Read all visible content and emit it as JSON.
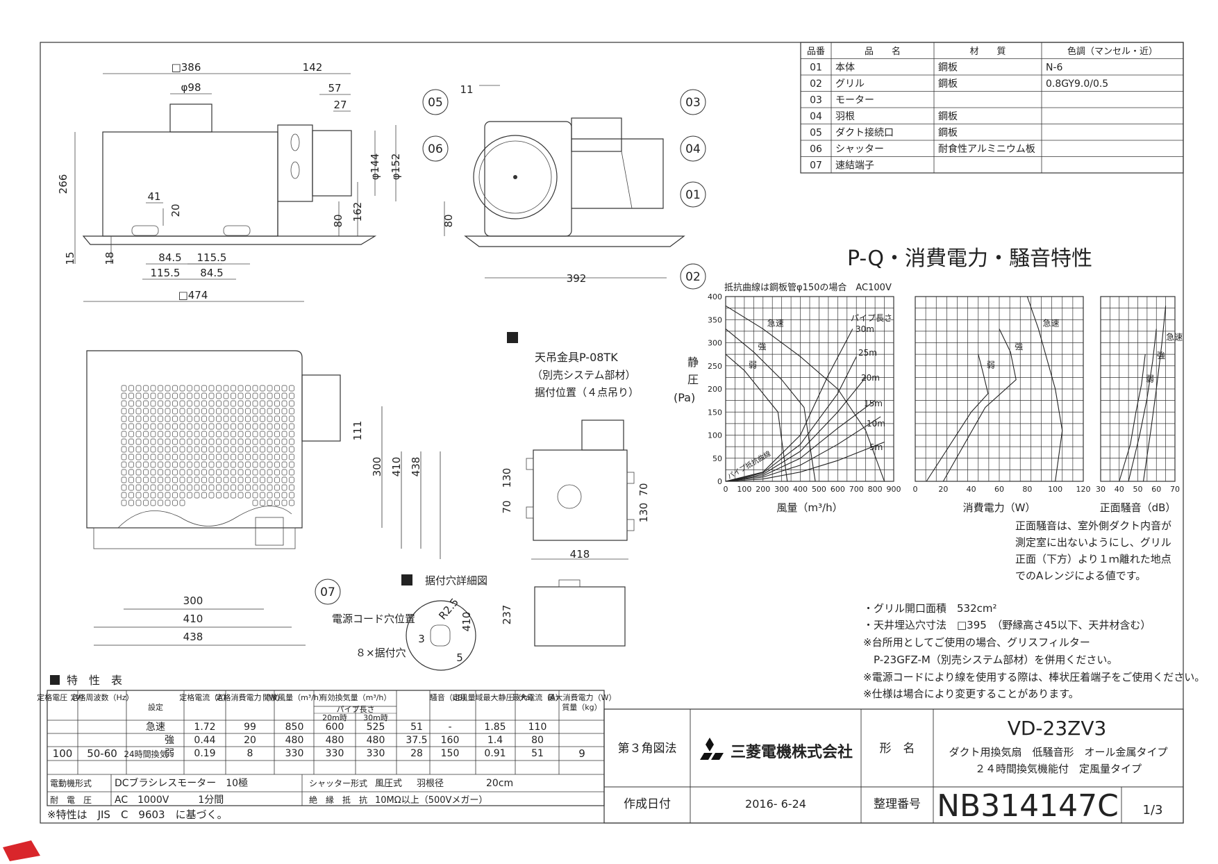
{
  "parts_table": {
    "headers": [
      "品番",
      "品　　名",
      "材　　質",
      "色調（マンセル・近）"
    ],
    "rows": [
      [
        "01",
        "本体",
        "鋼板",
        "N-6"
      ],
      [
        "02",
        "グリル",
        "鋼板",
        "0.8GY9.0/0.5"
      ],
      [
        "03",
        "モーター",
        "",
        ""
      ],
      [
        "04",
        "羽根",
        "鋼板",
        ""
      ],
      [
        "05",
        "ダクト接続口",
        "鋼板",
        ""
      ],
      [
        "06",
        "シャッター",
        "耐食性アルミニウム板",
        ""
      ],
      [
        "07",
        "速結端子",
        "",
        ""
      ]
    ]
  },
  "dimensions": {
    "top_view": [
      "□386",
      "142",
      "φ98",
      "57",
      "27",
      "266",
      "φ144",
      "φ152",
      "41",
      "20",
      "80",
      "162",
      "15",
      "18",
      "84.5",
      "115.5",
      "115.5",
      "84.5",
      "□474"
    ],
    "side_view": [
      "11",
      "80",
      "392"
    ],
    "bottom_view": [
      "111",
      "300",
      "410",
      "438",
      "300",
      "410",
      "438"
    ],
    "hanger_view": [
      "130",
      "70",
      "70",
      "130",
      "418",
      "237"
    ],
    "hole_detail": [
      "R2.5",
      "410",
      "3",
      "5"
    ]
  },
  "part_callouts": [
    "05",
    "06",
    "03",
    "04",
    "01",
    "02",
    "07"
  ],
  "labels": {
    "hanger_title": "天吊金具P-08TK",
    "hanger_sub": "（別売システム部材）",
    "hanger_pos": "据付位置（４点吊り）",
    "hole_title": "据付穴詳細図",
    "cord_hole": "電源コード穴位置",
    "mount_holes": "８×据付穴",
    "spec_title": "特　性　表"
  },
  "chart_data": [
    {
      "type": "line",
      "title": "P-Q・消費電力・騒音特性",
      "subtitle": "抵抗曲線は鋼板管φ150の場合　AC100V",
      "xlabel": "風量（m³/h）",
      "ylabel": "静圧（Pa）",
      "xlim": [
        0,
        900
      ],
      "ylim": [
        0,
        400
      ],
      "x_ticks": [
        0,
        100,
        200,
        300,
        400,
        500,
        600,
        700,
        800,
        900
      ],
      "y_ticks": [
        0,
        50,
        100,
        150,
        200,
        250,
        300,
        350,
        400
      ],
      "series": [
        {
          "name": "急速",
          "x": [
            0,
            200,
            400,
            600,
            750,
            850
          ],
          "y": [
            380,
            330,
            270,
            200,
            110,
            0
          ]
        },
        {
          "name": "強",
          "x": [
            0,
            150,
            300,
            420,
            480
          ],
          "y": [
            330,
            280,
            220,
            160,
            0
          ]
        },
        {
          "name": "弱",
          "x": [
            0,
            100,
            200,
            280,
            330
          ],
          "y": [
            275,
            240,
            190,
            150,
            0
          ]
        },
        {
          "name": "30m",
          "x": [
            0,
            200,
            400,
            550,
            680
          ],
          "y": [
            0,
            20,
            100,
            230,
            330
          ]
        },
        {
          "name": "25m",
          "x": [
            0,
            200,
            400,
            600,
            700
          ],
          "y": [
            0,
            18,
            80,
            190,
            270
          ]
        },
        {
          "name": "20m",
          "x": [
            0,
            200,
            400,
            600,
            750
          ],
          "y": [
            0,
            15,
            65,
            150,
            225
          ]
        },
        {
          "name": "15m",
          "x": [
            0,
            200,
            400,
            600,
            800
          ],
          "y": [
            0,
            12,
            50,
            115,
            175
          ]
        },
        {
          "name": "10m",
          "x": [
            0,
            200,
            400,
            600,
            830
          ],
          "y": [
            0,
            9,
            35,
            80,
            140
          ]
        },
        {
          "name": "5m",
          "x": [
            0,
            200,
            400,
            600,
            850
          ],
          "y": [
            0,
            5,
            20,
            45,
            85
          ]
        }
      ],
      "annotations": [
        "パイプ長さ",
        "30m",
        "25m",
        "20m",
        "15m",
        "10m",
        "5m",
        "パイプ抵抗曲線"
      ],
      "grid": true
    },
    {
      "type": "line",
      "xlabel": "消費電力（W）",
      "xlim": [
        0,
        120
      ],
      "x_ticks": [
        0,
        20,
        40,
        60,
        80,
        100,
        120
      ],
      "series": [
        {
          "name": "急速",
          "x": [
            80,
            88,
            100,
            105,
            100
          ],
          "y": [
            400,
            330,
            200,
            110,
            0
          ]
        },
        {
          "name": "強",
          "x": [
            60,
            68,
            72,
            50,
            20
          ],
          "y": [
            330,
            280,
            220,
            160,
            0
          ]
        },
        {
          "name": "弱",
          "x": [
            45,
            48,
            52,
            40,
            8
          ],
          "y": [
            275,
            240,
            190,
            150,
            0
          ]
        }
      ],
      "grid": true
    },
    {
      "type": "line",
      "xlabel": "正面騒音（dB）",
      "xlim": [
        30,
        70
      ],
      "x_ticks": [
        30,
        40,
        50,
        60,
        70
      ],
      "series": [
        {
          "name": "急速",
          "x": [
            65,
            63,
            60,
            57,
            53
          ],
          "y": [
            380,
            300,
            200,
            110,
            0
          ]
        },
        {
          "name": "強",
          "x": [
            60,
            58,
            55,
            51,
            45
          ],
          "y": [
            330,
            260,
            180,
            100,
            0
          ]
        },
        {
          "name": "弱",
          "x": [
            54,
            52,
            49,
            46,
            40
          ],
          "y": [
            275,
            210,
            150,
            80,
            0
          ]
        }
      ],
      "grid": true
    }
  ],
  "chart_note": [
    "正面騒音は、室外側ダクト内音が",
    "測定室に出ないようにし、グリル",
    "正面（下方）より１ｍ離れた地点",
    "でのAレンジによる値です。"
  ],
  "notes": [
    "・グリル開口面積　532cm²",
    "・天井埋込穴寸法　□395　（野縁高さ45以下、天井材含む）",
    "※台所用としてご使用の場合、グリスフィルター",
    "　P-23GFZ-M（別売システム部材）を併用ください。",
    "※電源コードにより線を使用する際は、棒状圧着端子をご使用ください。",
    "※仕様は場合により変更することがあります。"
  ],
  "spec_table": {
    "headers": [
      "定格電圧（V）",
      "定格周波数（Hz）",
      "設定",
      "定格電流（A）",
      "定格消費電力（W）",
      "開放風量（m³/h）",
      "有効換気量（m³/h）",
      "パイプ長さ",
      "20m時",
      "30m時",
      "騒音（dB）",
      "定風量域最大静圧（Pa）",
      "最大電流（A）",
      "最大消費電力（W）",
      "質量（kg）"
    ],
    "voltage": "100",
    "frequency": "50-60",
    "mode_24h": "24時間換気",
    "mass": "9",
    "rows": [
      [
        "急速",
        "1.72",
        "99",
        "850",
        "600",
        "525",
        "51",
        "-",
        "1.85",
        "110"
      ],
      [
        "強",
        "0.44",
        "20",
        "480",
        "480",
        "480",
        "37.5",
        "160",
        "1.4",
        "80"
      ],
      [
        "弱",
        "0.19",
        "8",
        "330",
        "330",
        "330",
        "28",
        "150",
        "0.91",
        "51"
      ]
    ],
    "motor_label": "電動機形式",
    "motor_value": "DCブラシレスモーター　10極",
    "shutter_label": "シャッター形式",
    "shutter_value": "風圧式",
    "blade_label": "羽根径",
    "blade_value": "20cm",
    "withstand_label": "耐　電　圧",
    "withstand_value": "AC　1000V　　　1分間",
    "insulation_label": "絶　縁　抵　抗",
    "insulation_value": "10MΩ以上（500Vメガー）",
    "footnote": "※特性は　JIS　C　9603　に基づく。"
  },
  "title_block": {
    "projection": "第３角図法",
    "company": "三菱電機株式会社",
    "model_label": "形　名",
    "model": "VD-23ZV3",
    "desc1": "ダクト用換気扇　低騒音形　オール金属タイプ",
    "desc2": "２４時間換気機能付　定風量タイプ",
    "date_label": "作成日付",
    "date": "2016- 6-24",
    "number_label": "整理番号",
    "number": "NB314147C",
    "sheet": "1/3"
  }
}
